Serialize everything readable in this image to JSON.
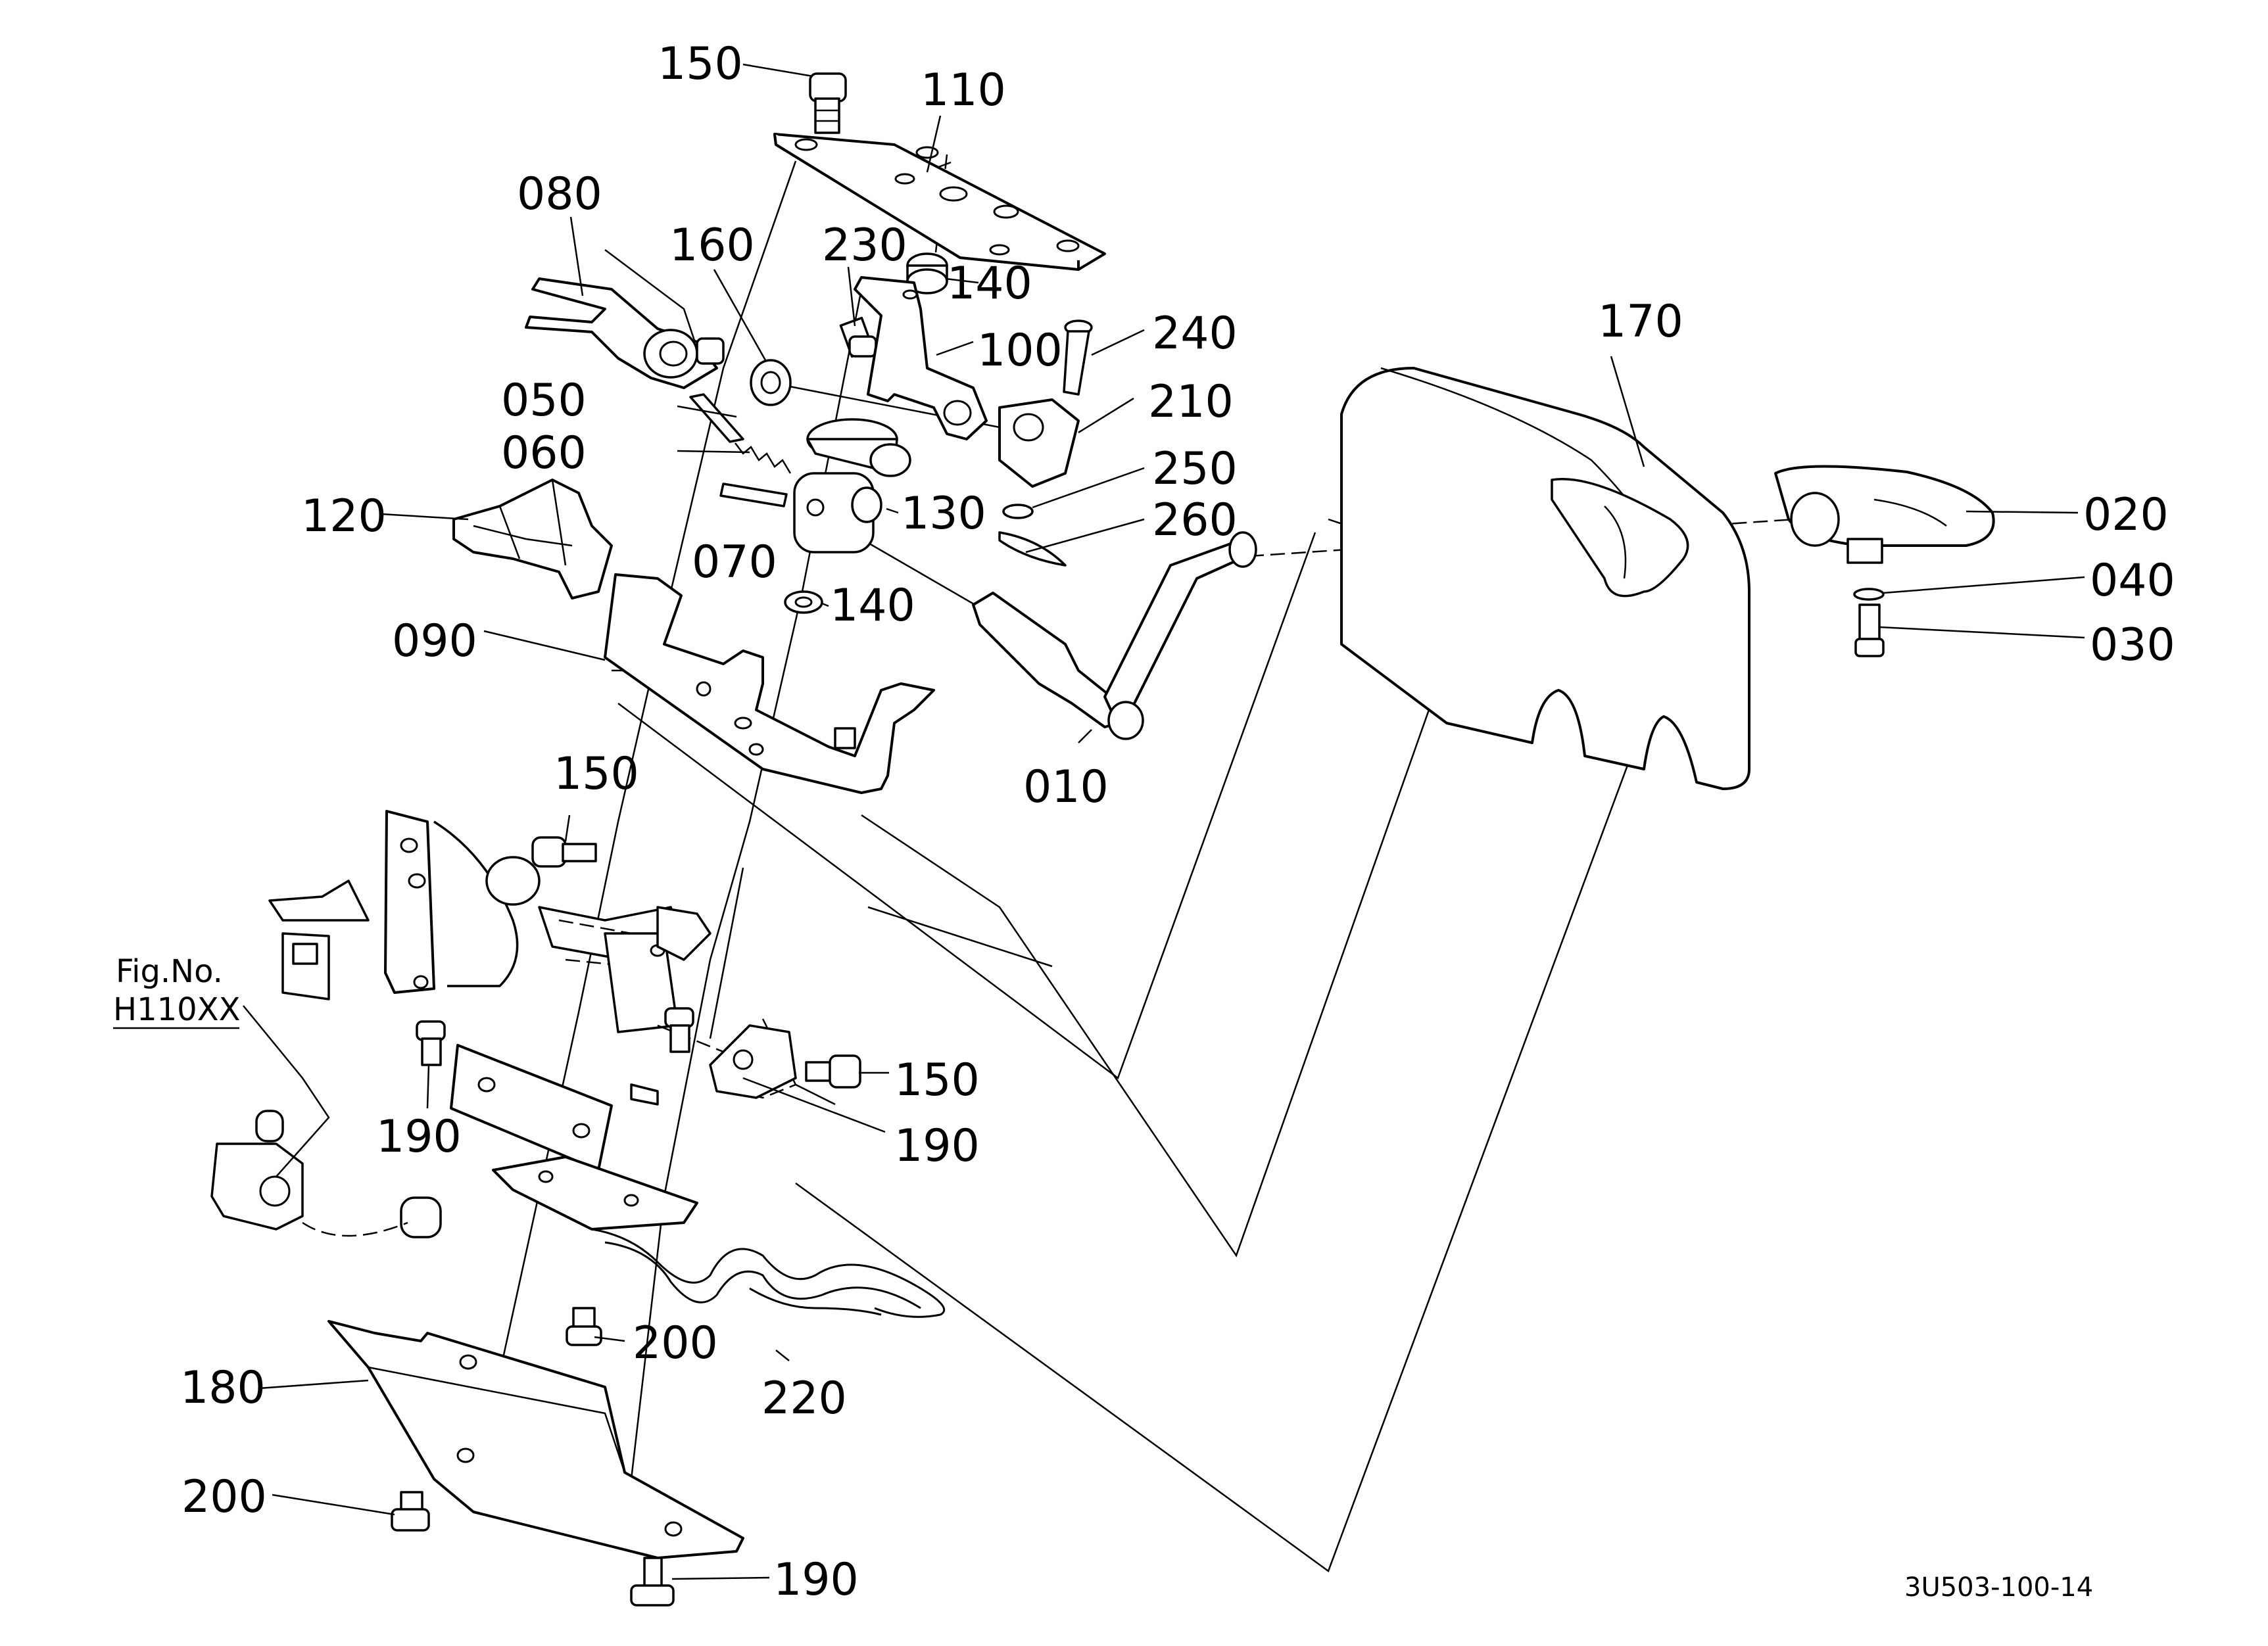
{
  "figure": {
    "labels": {
      "p150_top": "150",
      "p110": "110",
      "p080": "080",
      "p160": "160",
      "p230": "230",
      "p140_top": "140",
      "p100": "100",
      "p240": "240",
      "p170": "170",
      "p050": "050",
      "p210": "210",
      "p060": "060",
      "p250": "250",
      "p120": "120",
      "p130": "130",
      "p260": "260",
      "p020": "020",
      "p070": "070",
      "p040": "040",
      "p140_mid": "140",
      "p030": "030",
      "p090": "090",
      "p010": "010",
      "p150_mid": "150",
      "p150_right": "150",
      "p190_left": "190",
      "p190_mid": "190",
      "p200_mid": "200",
      "p220": "220",
      "p180": "180",
      "p200_bottom": "200",
      "p190_bottom": "190"
    },
    "reference": {
      "fig_no_label": "Fig.No.",
      "fig_no_value": "H110XX"
    },
    "diagram_code": "3U503-100-14"
  }
}
